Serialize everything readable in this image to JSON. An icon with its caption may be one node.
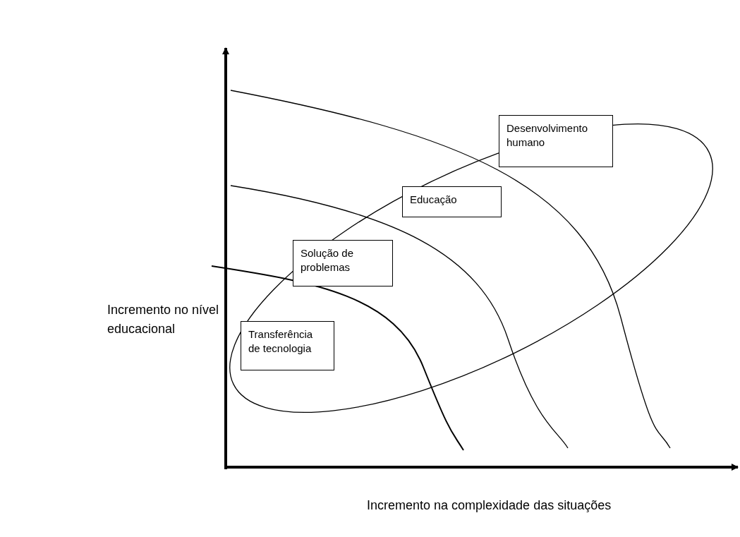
{
  "diagram": {
    "nodes": [
      {
        "text": [
          "Desenvolvimento humano"
        ]
      },
      {
        "text": [
          "Educação"
        ]
      },
      {
        "text": [
          "Solução de problemas"
        ]
      },
      {
        "text": [
          "Transferência de tecnologia"
        ]
      }
    ],
    "labels": [
      "Incremento no nível educacional",
      "Incremento na complexidade das situações"
    ]
  }
}
